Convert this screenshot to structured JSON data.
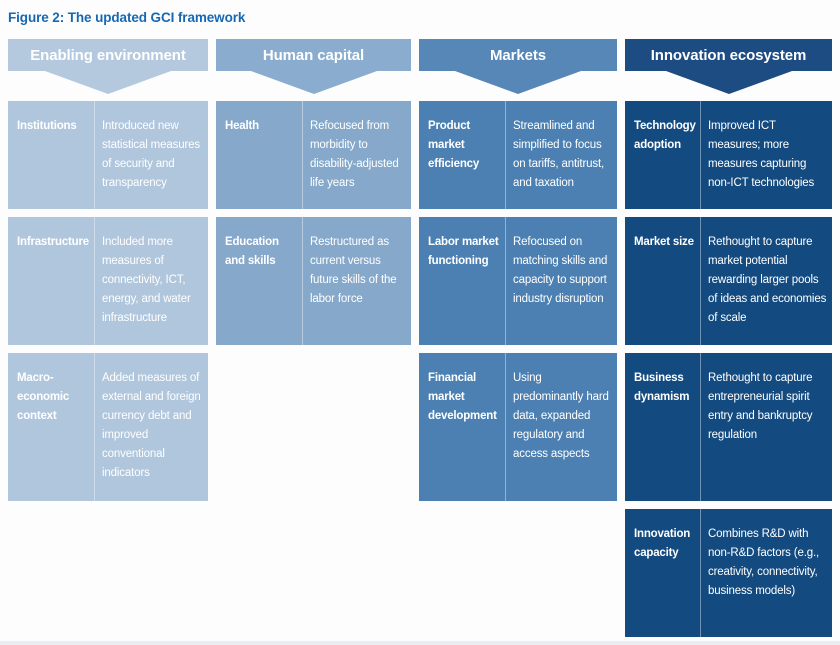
{
  "figure": {
    "title": "Figure 2: The updated GCI framework",
    "title_color": "#1768b3"
  },
  "columns": [
    {
      "id": "enabling-environment",
      "label": "Enabling environment",
      "header_color": "#b5c9de",
      "cell_color": "#b0c6dc",
      "rows": [
        {
          "label": "Institutions",
          "description": "Introduced new statistical measures of security and transparency"
        },
        {
          "label": "Infrastructure",
          "description": "Included more measures of connectivity, ICT, energy, and water infrastructure"
        },
        {
          "label": "Macro-economic context",
          "description": "Added measures of external and foreign currency debt and improved conventional indicators"
        }
      ]
    },
    {
      "id": "human-capital",
      "label": "Human capital",
      "header_color": "#8aacce",
      "cell_color": "#86a9cb",
      "rows": [
        {
          "label": "Health",
          "description": "Refocused from morbidity to disability-adjusted life years"
        },
        {
          "label": "Education and skills",
          "description": "Restructured as current versus future skills of the labor force"
        }
      ]
    },
    {
      "id": "markets",
      "label": "Markets",
      "header_color": "#5687b7",
      "cell_color": "#4d80b2",
      "rows": [
        {
          "label": "Product market efficiency",
          "description": "Streamlined and simplified to focus on tariffs, antitrust, and taxation"
        },
        {
          "label": "Labor market functioning",
          "description": "Refocused on matching skills and capacity to support industry disruption"
        },
        {
          "label": "Financial market development",
          "description": "Using predominantly hard data, expanded regulatory and access aspects"
        }
      ]
    },
    {
      "id": "innovation-ecosystem",
      "label": "Innovation ecosystem",
      "header_color": "#1c4c82",
      "cell_color": "#134a80",
      "label_width": "75px",
      "rows": [
        {
          "label": "Technology adoption",
          "description": "Improved ICT measures; more measures capturing non-ICT technologies"
        },
        {
          "label": "Market size",
          "description": "Rethought to capture market potential rewarding larger pools of ideas and economies of scale"
        },
        {
          "label": "Business dynamism",
          "description": "Rethought to capture entrepreneurial spirit entry and bankruptcy regulation"
        },
        {
          "label": "Innovation capacity",
          "description": "Combines R&D with non-R&D factors (e.g., creativity, connectivity, business models)"
        }
      ]
    }
  ]
}
